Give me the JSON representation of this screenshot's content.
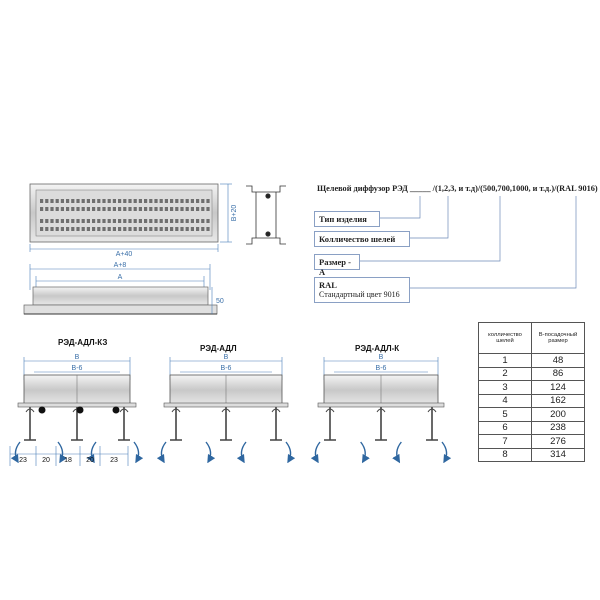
{
  "front_view": {
    "height_label": "B+20",
    "width_label": "A+40"
  },
  "side_view": {
    "width_label": "A+8",
    "inner_label": "A",
    "height_label": "50"
  },
  "formula": "Щелевой диффузор РЭД _____ /(1,2,3, и т.д)/(500,700,1000, и т.д.)/(RAL 9016)",
  "callouts": {
    "product_type": "Тип изделия",
    "slots_count": "Колличество шелей",
    "size_a": "Размер - А",
    "ral_title": "RAL",
    "ral_sub": "Стандартный цвет 9016"
  },
  "table": {
    "header_count": "колличество шелей",
    "header_size": "В-посадочный размер",
    "rows": [
      {
        "count": "1",
        "size": "48"
      },
      {
        "count": "2",
        "size": "86"
      },
      {
        "count": "3",
        "size": "124"
      },
      {
        "count": "4",
        "size": "162"
      },
      {
        "count": "5",
        "size": "200"
      },
      {
        "count": "6",
        "size": "238"
      },
      {
        "count": "7",
        "size": "276"
      },
      {
        "count": "8",
        "size": "314"
      }
    ]
  },
  "sections": [
    {
      "title": "РЭД-АДЛ-КЗ",
      "b": "B",
      "b6": "B-6",
      "bottom_dims": [
        "23",
        "20",
        "18",
        "20",
        "23"
      ]
    },
    {
      "title": "РЭД-АДЛ",
      "b": "B",
      "b6": "B-6"
    },
    {
      "title": "РЭД-АДЛ-К",
      "b": "B",
      "b6": "B-6"
    }
  ],
  "colors": {
    "dimension": "#3a6fa8",
    "arrow": "#2f67a0",
    "profile": "#c9c9c9"
  }
}
